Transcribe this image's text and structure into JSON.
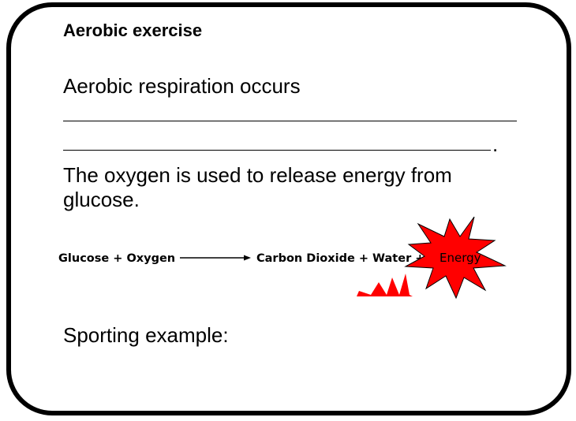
{
  "slide": {
    "heading": "Aerobic exercise",
    "intro": "Aerobic respiration occurs",
    "blank_period": ".",
    "oxygen_line1": "The oxygen is used to release energy from",
    "oxygen_line2": "glucose.",
    "equation": {
      "reactants": "Glucose + Oxygen",
      "products": "Carbon Dioxide + Water +",
      "energy": "Energy",
      "starburst_color": "#ff0000"
    },
    "sporting_prompt": "Sporting example:"
  }
}
